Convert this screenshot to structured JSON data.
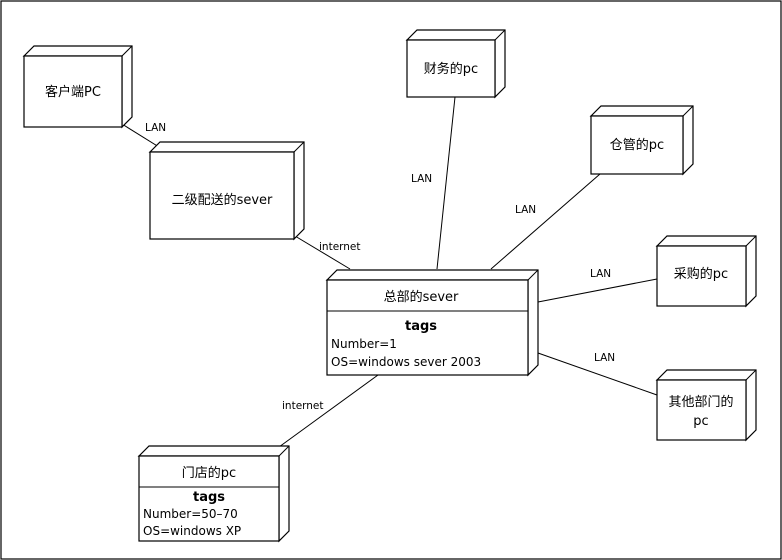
{
  "nodes": {
    "client_pc": {
      "label": "客户端PC"
    },
    "finance_pc": {
      "label": "财务的pc"
    },
    "warehouse_pc": {
      "label": "仓管的pc"
    },
    "secondary_server": {
      "label": "二级配送的sever"
    },
    "purchasing_pc": {
      "label": "采购的pc"
    },
    "hq_server": {
      "label": "总部的sever",
      "tags_title": "tags",
      "tags": [
        "Number=1",
        "OS=windows sever 2003"
      ]
    },
    "other_dept_pc": {
      "label_line1": "其他部门的",
      "label_line2": "pc"
    },
    "store_pc": {
      "label": "门店的pc",
      "tags_title": "tags",
      "tags": [
        "Number=50–70",
        "OS=windows XP"
      ]
    }
  },
  "edges": {
    "client_to_secondary": "LAN",
    "secondary_to_hq": "internet",
    "finance_to_hq": "LAN",
    "warehouse_to_hq": "LAN",
    "purchasing_to_hq": "LAN",
    "other_to_hq": "LAN",
    "store_to_hq": "internet"
  }
}
